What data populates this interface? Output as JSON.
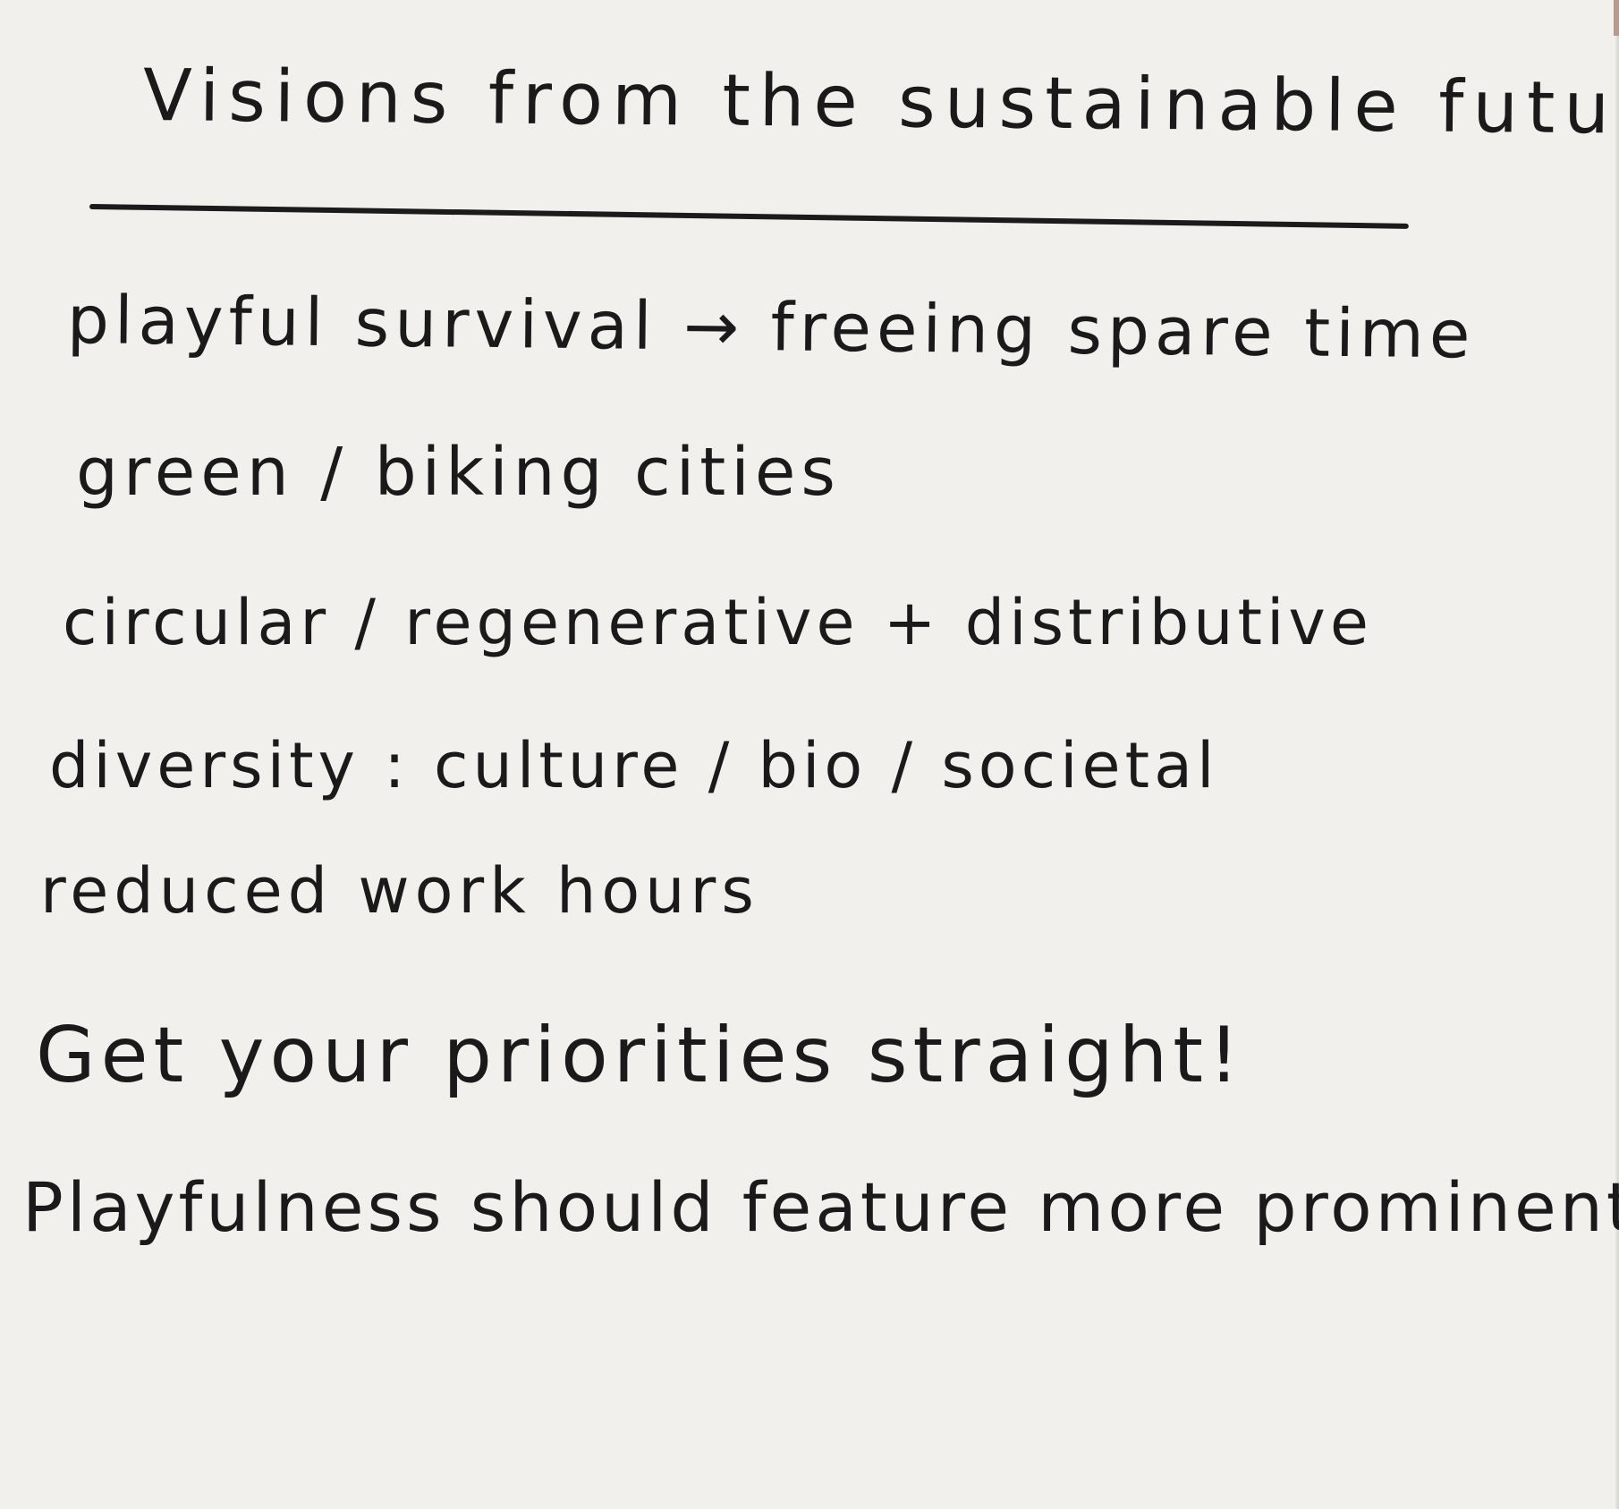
{
  "note": {
    "title": "Visions from the sustainable future:",
    "lines": [
      "playful survival → freeing spare time",
      "green / biking cities",
      "circular / regenerative + distributive",
      "diversity : culture / bio / societal",
      "reduced work hours",
      "Get your priorities straight!",
      "Playfulness should feature more prominent"
    ]
  }
}
